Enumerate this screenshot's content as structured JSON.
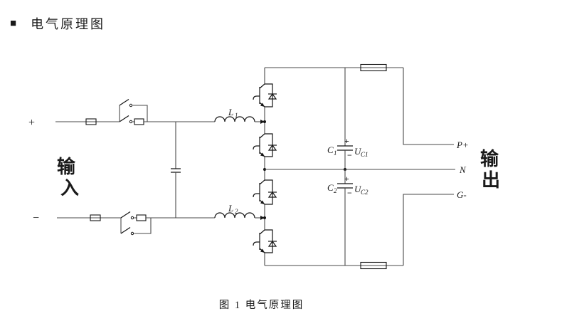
{
  "header": {
    "bullet": "■",
    "title": "电气原理图"
  },
  "caption": "图 1  电气原理图",
  "io": {
    "input_label": [
      "输",
      "入"
    ],
    "output_label": [
      "输",
      "出"
    ],
    "plus": "+",
    "minus": "−",
    "terminals": {
      "p_plus": "P+",
      "n": "N",
      "g_minus": "G-"
    }
  },
  "components": {
    "inductor1": {
      "name": "L",
      "sub": "1"
    },
    "inductor2": {
      "name": "L",
      "sub": "2"
    },
    "cap1": {
      "name": "C",
      "sub": "1",
      "plus": "+",
      "minus": "−",
      "voltage": "U",
      "voltage_sub": "C1"
    },
    "cap2": {
      "name": "C",
      "sub": "2",
      "plus": "+",
      "minus": "−",
      "voltage": "U",
      "voltage_sub": "C2"
    }
  },
  "colors": {
    "background": "#ffffff",
    "wire": "#4a4a4a",
    "symbol": "#141414",
    "text": "#1a1a1a"
  }
}
